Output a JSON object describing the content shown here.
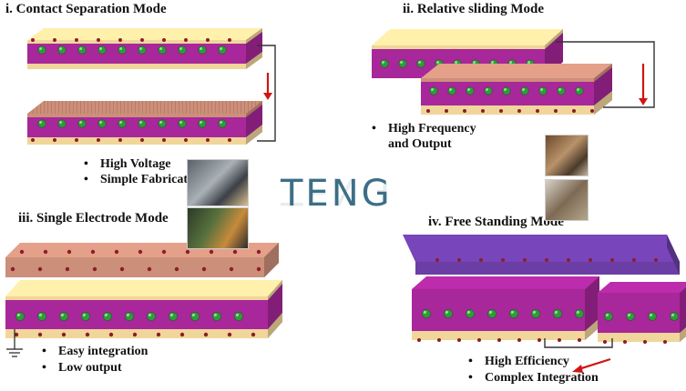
{
  "center_label": "TENG",
  "modes": [
    {
      "title": "i.    Contact Separation Mode",
      "bullets": [
        "High Voltage",
        "Simple Fabrication"
      ]
    },
    {
      "title": "ii. Relative sliding Mode",
      "bullets": [
        "High Frequency",
        "and Output"
      ]
    },
    {
      "title": "iii. Single Electrode Mode",
      "bullets": [
        "Easy integration",
        "Low output"
      ]
    },
    {
      "title": "iv. Free Standing Mode",
      "bullets": [
        "High Efficiency",
        "Complex Integration"
      ]
    }
  ],
  "bullet_symbol": "•",
  "colors": {
    "magenta": "#a8279a",
    "gold": "#f0d69a",
    "copper": "#cc8f7a",
    "purple": "#6b3ea6",
    "green_bead": "#2e9c3a",
    "red_dot": "#8c1d2a",
    "arrow": "#d11414",
    "teng_text": "#3c6f86"
  }
}
